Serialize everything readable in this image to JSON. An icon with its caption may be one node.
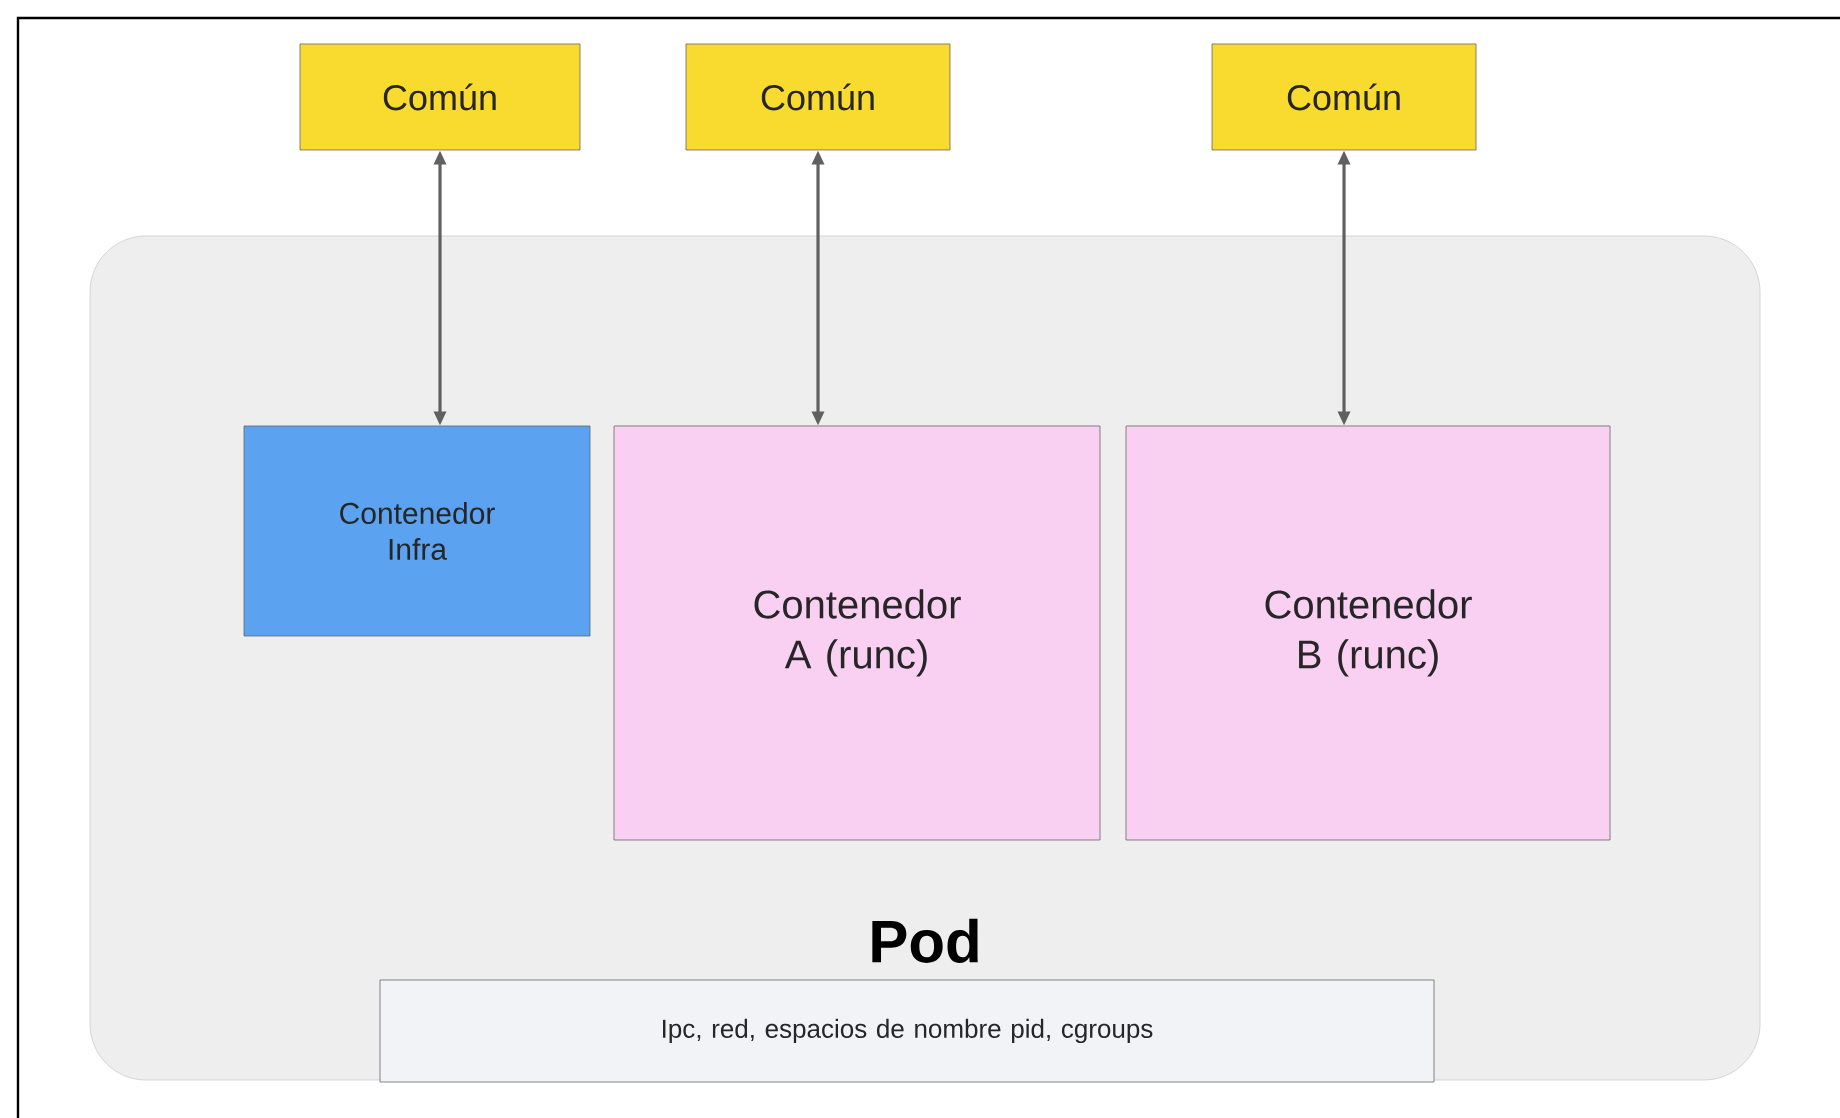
{
  "diagram": {
    "nodes": [
      {
        "text": [
          "Pod"
        ]
      },
      {
        "text": [
          "Contenedor Infra"
        ],
        "in": 0
      },
      {
        "text": [
          "Contenedor A (runc)"
        ],
        "in": 0
      },
      {
        "text": [
          "Contenedor B (runc)"
        ],
        "in": 0
      },
      {
        "text": [
          "Ipc, red, espacios de nombre pid, cgroups"
        ],
        "in": 0
      },
      {
        "text": [
          "Común"
        ]
      },
      {
        "text": [
          "Común"
        ]
      },
      {
        "text": [
          "Común"
        ]
      }
    ],
    "edges": [
      {
        "from": 5,
        "to": 1,
        "arrow": "both"
      },
      {
        "from": 6,
        "to": 2,
        "arrow": "both"
      },
      {
        "from": 7,
        "to": 3,
        "arrow": "both"
      }
    ]
  }
}
